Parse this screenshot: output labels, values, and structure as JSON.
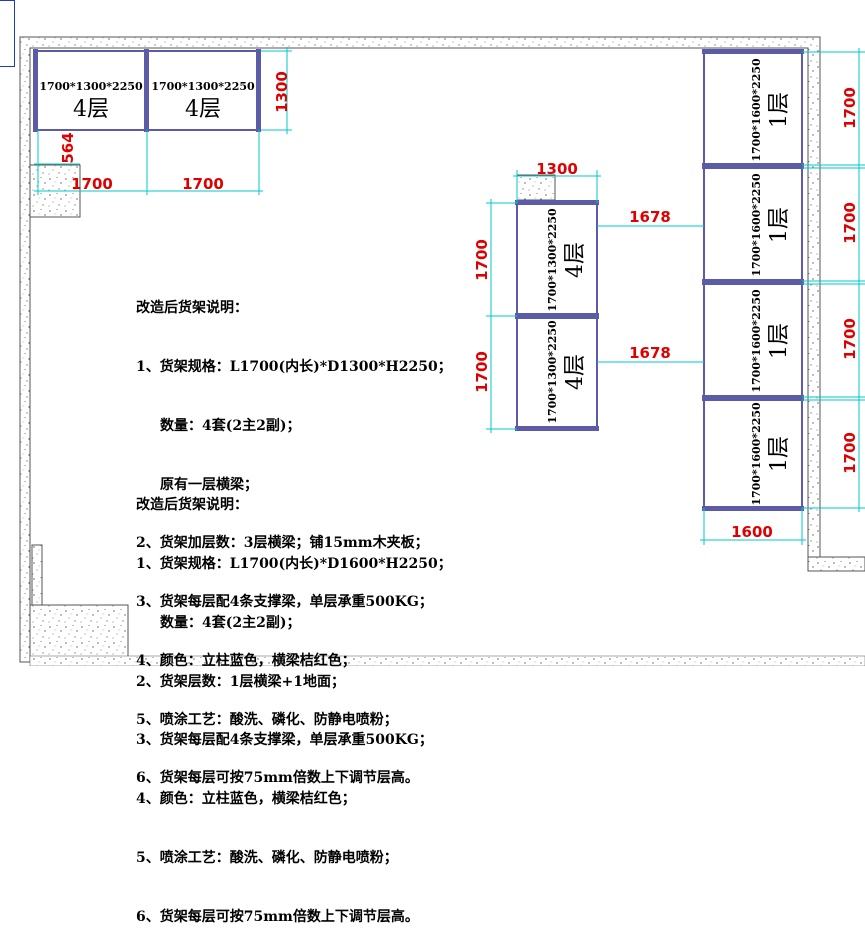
{
  "dimensions": {
    "d1700": "1700",
    "d1300": "1300",
    "d564": "564",
    "d1678": "1678",
    "d1600": "1600"
  },
  "shelves": {
    "spec_4_1300": "1700*1300*2250",
    "spec_1_1600": "1700*1600*2250",
    "level_4": "4层",
    "level_1": "1层"
  },
  "notes": [
    {
      "title": "改造后货架说明：",
      "lines": [
        {
          "text": "1、货架规格：L1700(内长)*D1300*H2250；",
          "indent": false
        },
        {
          "text": "数量：4套(2主2副)；",
          "indent": true
        },
        {
          "text": "原有一层横梁；",
          "indent": true
        },
        {
          "text": "2、货架加层数：3层横梁；铺15mm木夹板；",
          "indent": false
        },
        {
          "text": "3、货架每层配4条支撑梁，单层承重500KG；",
          "indent": false
        },
        {
          "text": "4、颜色：立柱蓝色，横梁桔红色；",
          "indent": false
        },
        {
          "text": "5、喷涂工艺：酸洗、磷化、防静电喷粉；",
          "indent": false
        },
        {
          "text": "6、货架每层可按75mm倍数上下调节层高。",
          "indent": false
        }
      ]
    },
    {
      "title": "改造后货架说明：",
      "lines": [
        {
          "text": "1、货架规格：L1700(内长)*D1600*H2250；",
          "indent": false
        },
        {
          "text": "数量：4套(2主2副)；",
          "indent": true
        },
        {
          "text": "2、货架层数：1层横梁+1地面；",
          "indent": false
        },
        {
          "text": "3、货架每层配4条支撑梁，单层承重500KG；",
          "indent": false
        },
        {
          "text": "4、颜色：立柱蓝色，横梁桔红色；",
          "indent": false
        },
        {
          "text": "5、喷涂工艺：酸洗、磷化、防静电喷粉；",
          "indent": false
        },
        {
          "text": "6、货架每层可按75mm倍数上下调节层高。",
          "indent": false
        }
      ]
    }
  ],
  "colors": {
    "shelf": "#5b5ba8",
    "dim_line": "#00c8c8",
    "dim_text": "#e00000",
    "wall": "#555555"
  }
}
